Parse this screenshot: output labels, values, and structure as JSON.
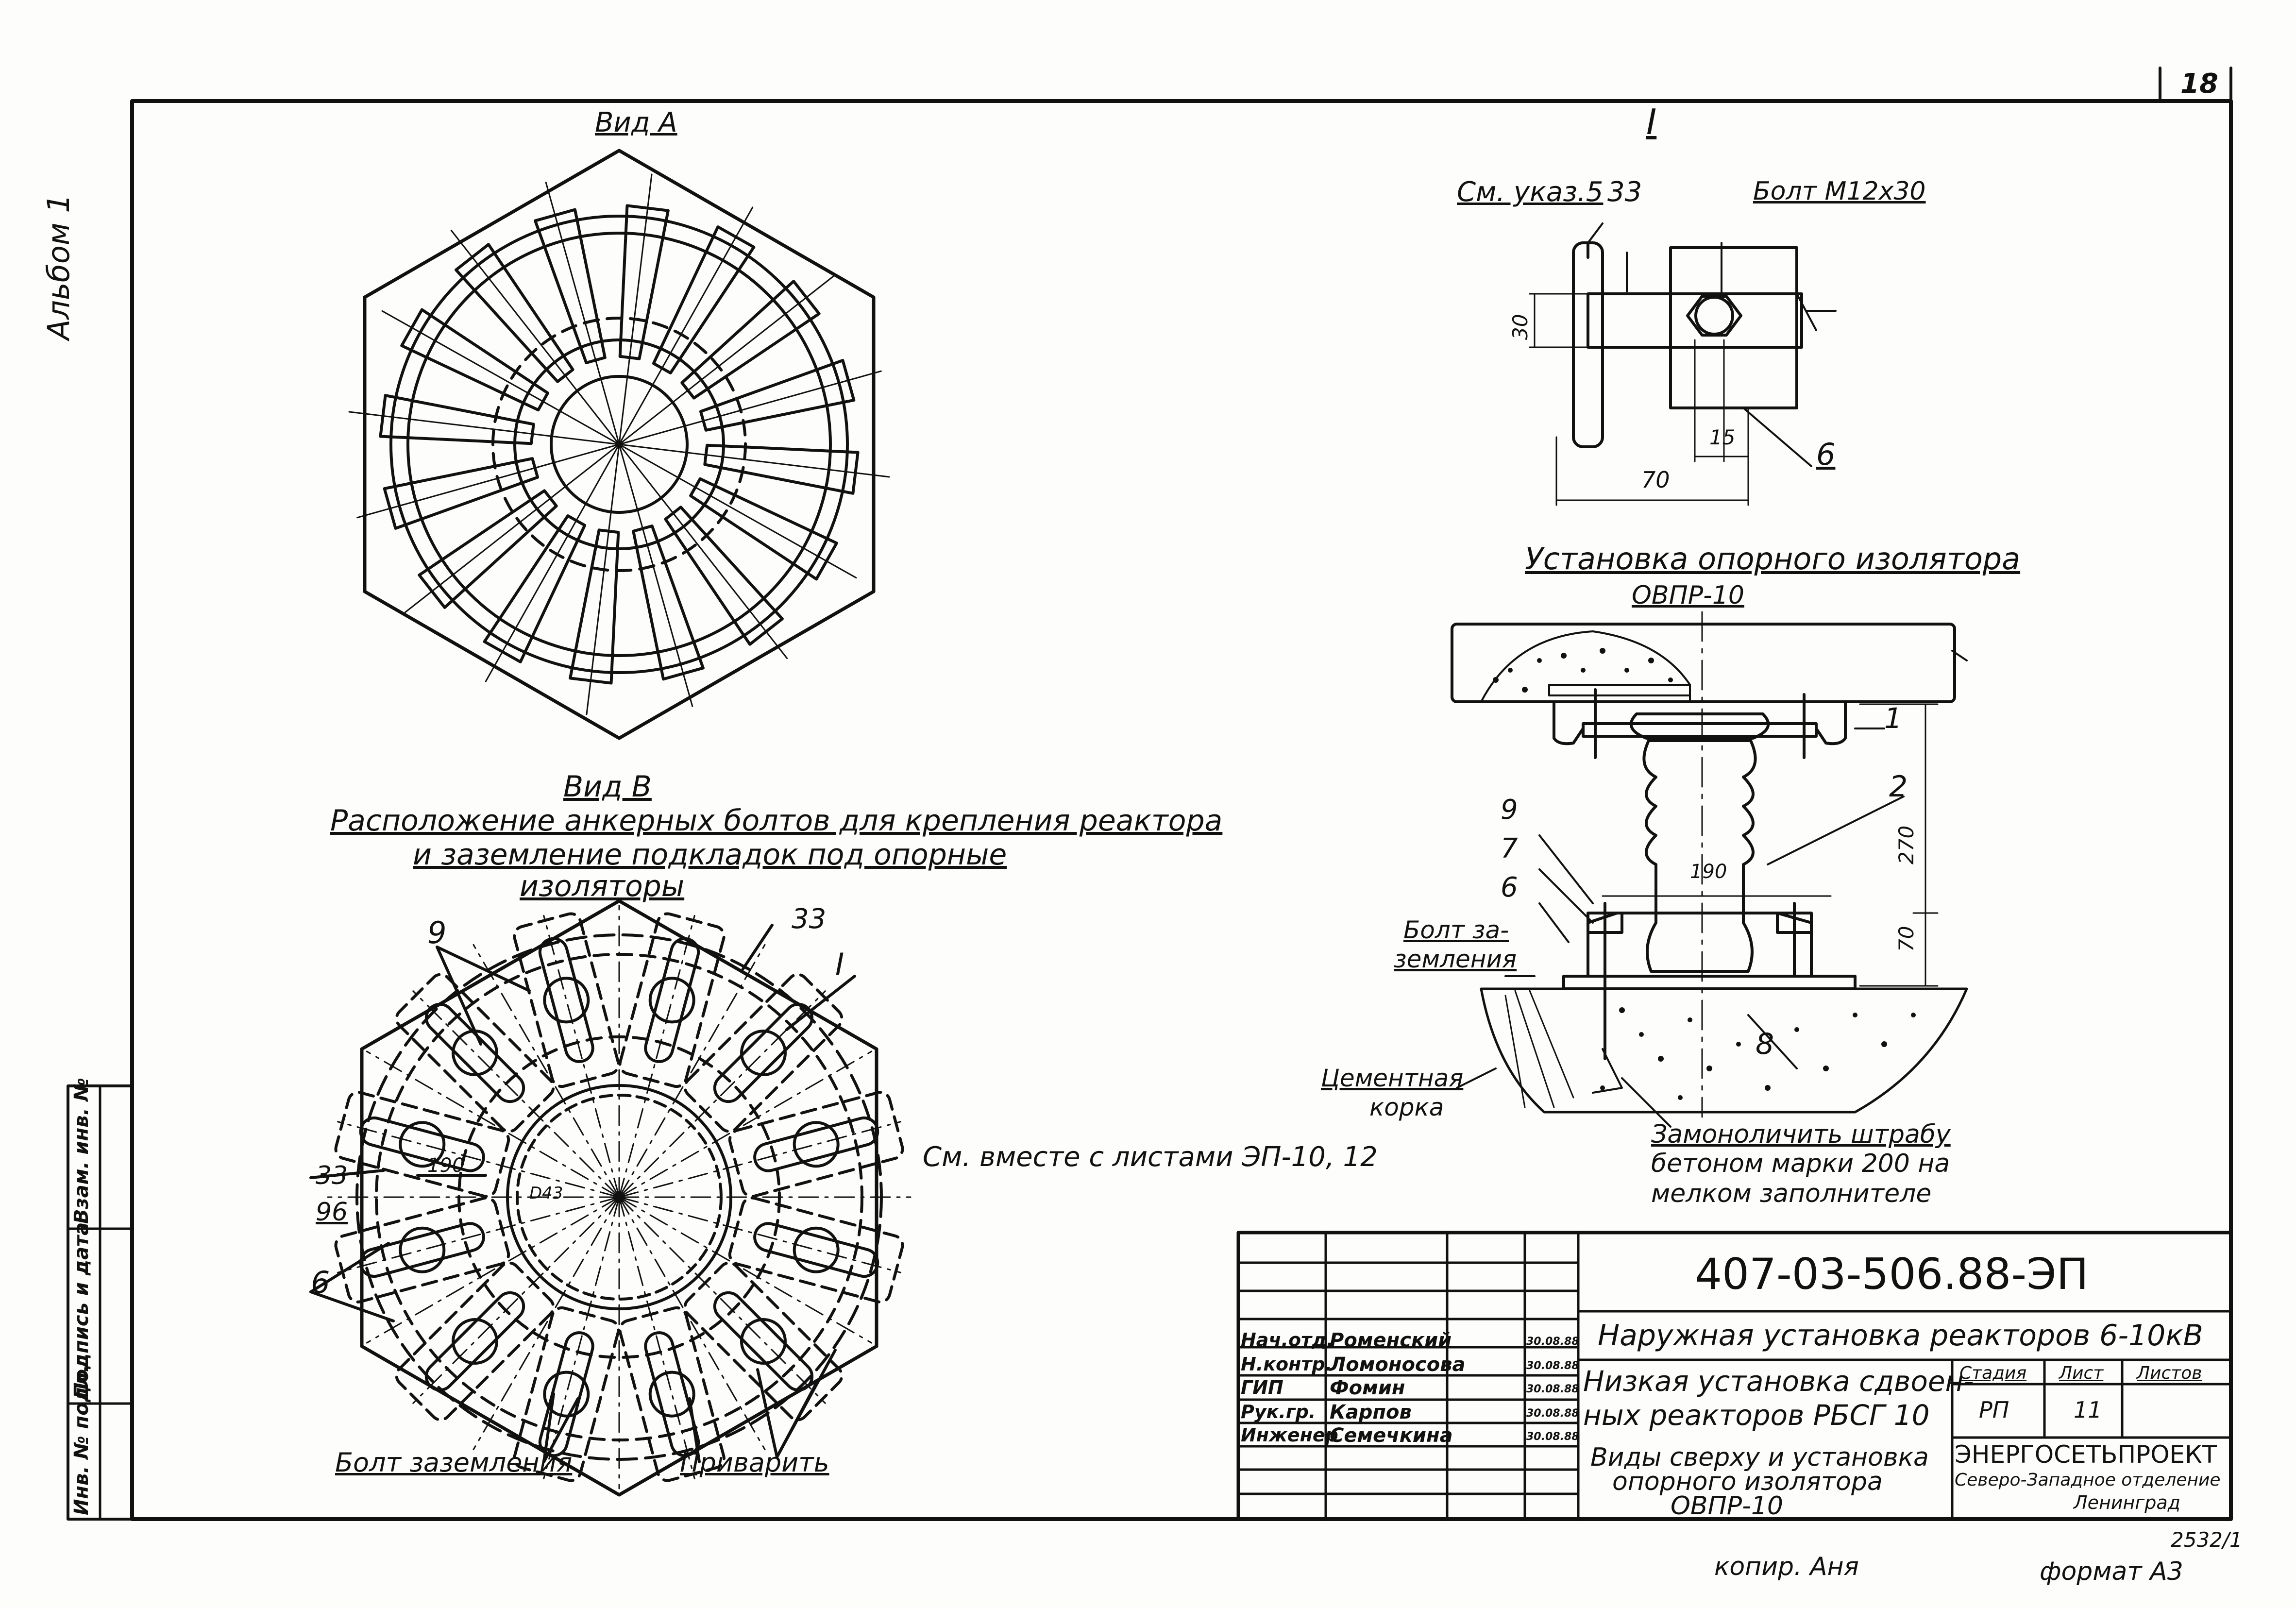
{
  "sheet": {
    "number": "18",
    "album": "Альбом 1",
    "copy_label": "копир. Аня",
    "format_label": "формат А3",
    "archive_no": "2532/1"
  },
  "side_stamp": {
    "inv_no": "Инв. № подл.",
    "signature_date": "Подпись и дата",
    "replace_inv": "Взам. инв. №"
  },
  "view_a": {
    "title": "Вид А"
  },
  "view_b": {
    "title": "Вид В",
    "caption_line1": "Расположение анкерных болтов для крепления реактора",
    "caption_line2": "и заземление подкладок под опорные",
    "caption_line3": "изоляторы",
    "callouts": {
      "c9": "9",
      "c33_top": "33",
      "cI": "I",
      "c33_left": "33",
      "c96": "96",
      "c6": "6",
      "dim190": "190",
      "d43": "D43"
    },
    "bolt_ground": "Болт заземления",
    "weld": "Приварить"
  },
  "note": "См. вместе с листами ЭП-10, 12",
  "detail_i": {
    "title": "I",
    "ref": "См. указ.5",
    "c33": "33",
    "bolt": "Болт М12х30",
    "dim30": "30",
    "dim15": "15",
    "dim70": "70",
    "c6": "6"
  },
  "install": {
    "title": "Установка опорного изолятора",
    "subtitle": "ОВПР-10",
    "c1": "1",
    "c2": "2",
    "c9": "9",
    "c7": "7",
    "c6": "6",
    "c8": "8",
    "dim190": "190",
    "dim270": "270",
    "dim70": "70",
    "bolt_ground_l1": "Болт за-",
    "bolt_ground_l2": "земления",
    "cement_l1": "Цементная",
    "cement_l2": "корка",
    "concrete_l1": "Замоноличить штрабу",
    "concrete_l2": "бетоном марки 200 на",
    "concrete_l3": "мелком заполнителе"
  },
  "title_block": {
    "doc_code": "407-03-506.88-ЭП",
    "object": "Наружная установка реакторов 6-10кВ",
    "drawing_l1": "Низкая установка сдвоен-",
    "drawing_l2": "ных реакторов РБСГ 10",
    "sheet_l1": "Виды сверху и установка",
    "sheet_l2": "опорного изолятора",
    "sheet_l3": "ОВПР-10",
    "stage_h": "Стадия",
    "sheet_h": "Лист",
    "sheets_h": "Листов",
    "stage": "РП",
    "sheet_no": "11",
    "sheets": "",
    "org_l1": "ЭНЕРГОСЕТЬПРОЕКТ",
    "org_l2": "Северо-Западное отделение",
    "org_l3": "Ленинград",
    "people": [
      {
        "role": "Нач.отд.",
        "name": "Роменский",
        "date": "30.08.88"
      },
      {
        "role": "Н.контр.",
        "name": "Ломоносова",
        "date": "30.08.88"
      },
      {
        "role": "ГИП",
        "name": "Фомин",
        "date": "30.08.88"
      },
      {
        "role": "Рук.гр.",
        "name": "Карпов",
        "date": "30.08.88"
      },
      {
        "role": "Инженер",
        "name": "Семечкина",
        "date": "30.08.88"
      }
    ]
  }
}
